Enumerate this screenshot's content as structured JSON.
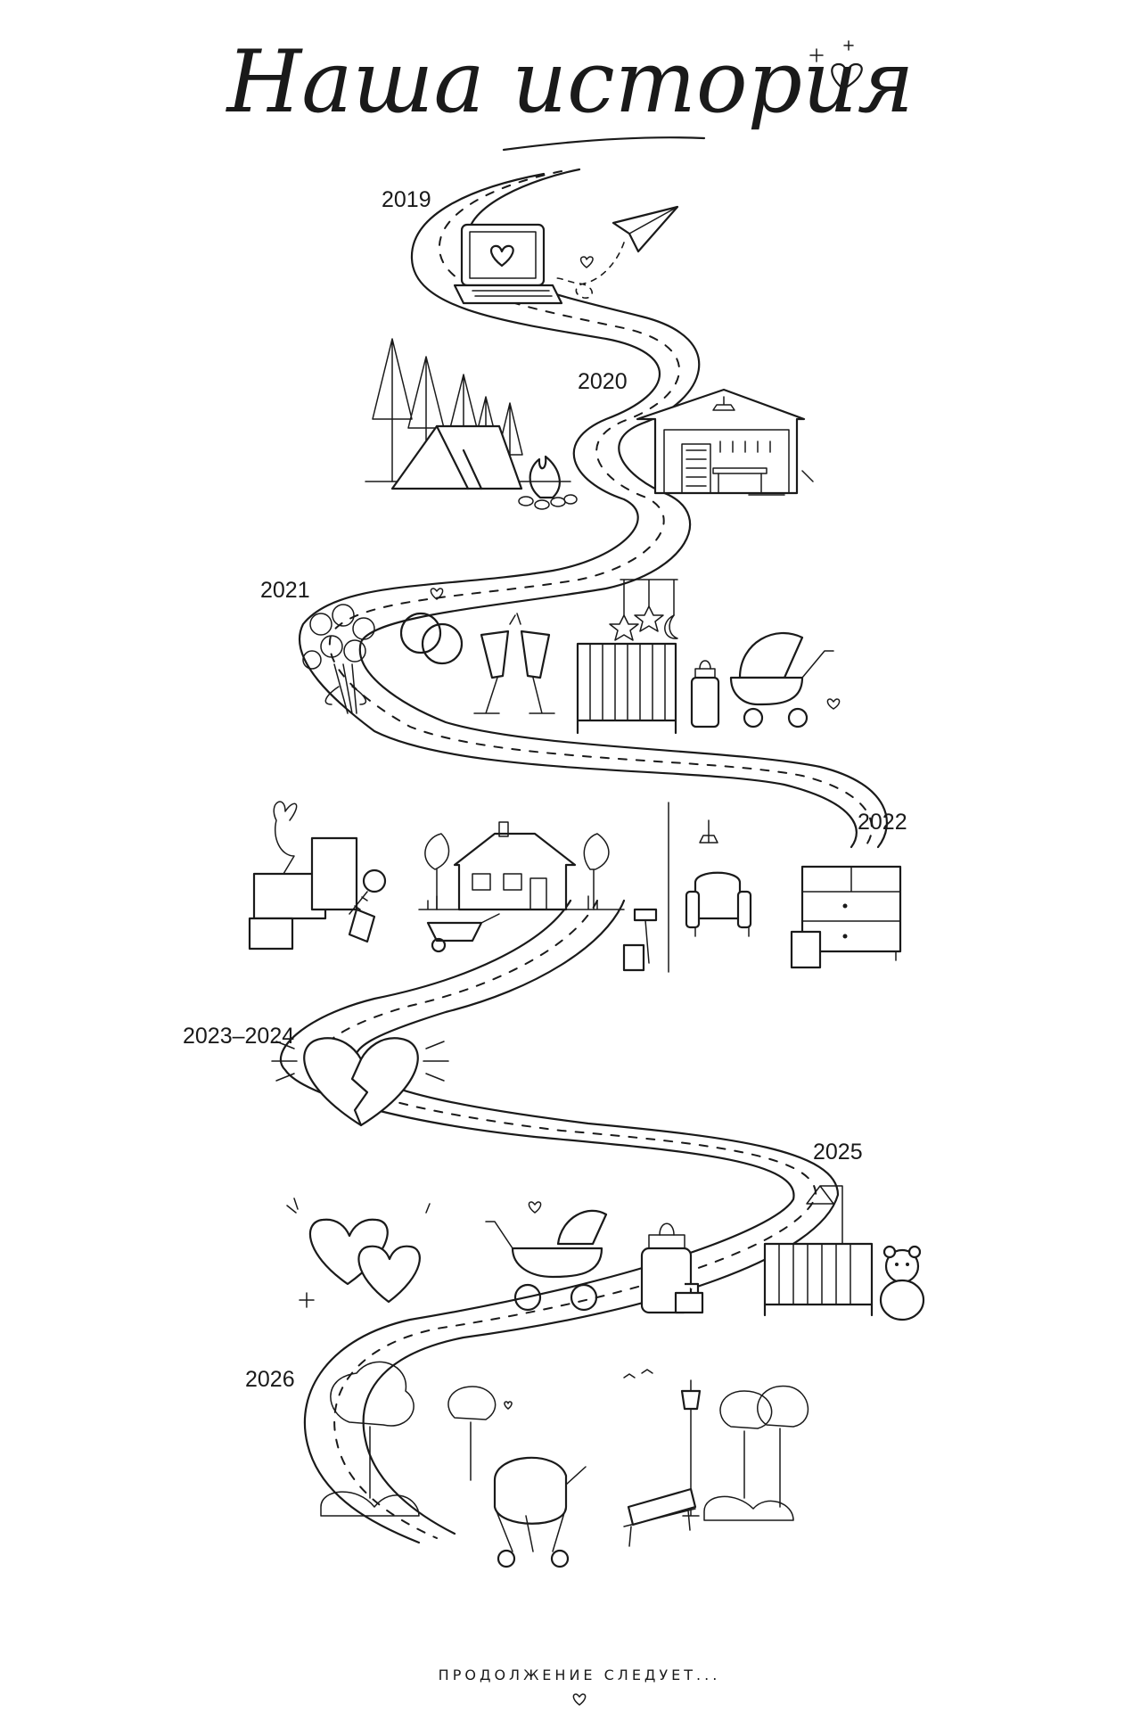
{
  "title": "Наша история",
  "years": {
    "y2019": "2019",
    "y2020": "2020",
    "y2021": "2021",
    "y2022": "2022",
    "y2023_2024": "2023–2024",
    "y2025": "2025",
    "y2026": "2026"
  },
  "footer": "ПРОДОЛЖЕНИЕ СЛЕДУЕТ...",
  "colors": {
    "ink": "#1a1a1a",
    "paper": "#ffffff"
  },
  "icons": [
    "laptop-heart-icon",
    "paper-plane-icon",
    "tent-icon",
    "forest-icon",
    "campfire-icon",
    "garage-icon",
    "bouquet-icon",
    "wedding-rings-icon",
    "champagne-glasses-icon",
    "baby-mobile-icon",
    "crib-icon",
    "baby-bottle-icon",
    "stroller-icon",
    "boxes-icon",
    "house-icon",
    "keys-icon",
    "wheelbarrow-icon",
    "armchair-icon",
    "dresser-icon",
    "broken-heart-icon",
    "two-hearts-icon",
    "teddy-bear-icon",
    "park-icon",
    "street-lamp-icon",
    "bench-icon"
  ]
}
